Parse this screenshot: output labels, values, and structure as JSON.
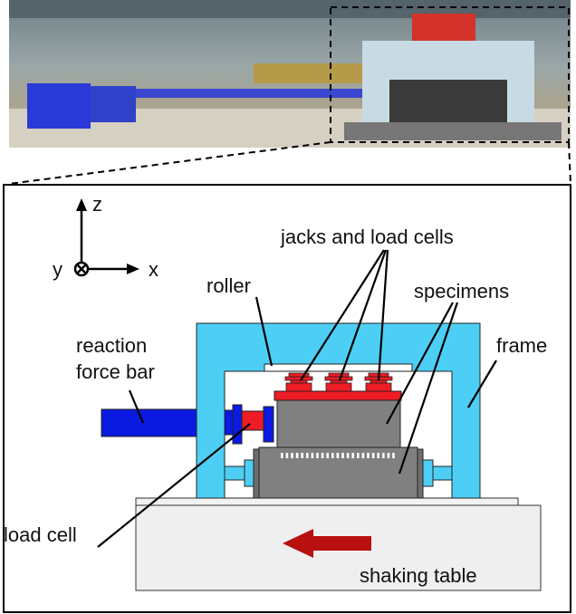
{
  "axes": {
    "z": "z",
    "y": "y",
    "x": "x"
  },
  "labels": {
    "jacks": "jacks and load cells",
    "roller": "roller",
    "specimens": "specimens",
    "reaction_1": "reaction",
    "reaction_2": "force bar",
    "frame": "frame",
    "load_cell": "load cell",
    "shaking_table": "shaking table"
  },
  "colors": {
    "frame": "#4dcff5",
    "bar": "#0a1ae0",
    "red": "#ee1c24",
    "specimen": "#808080",
    "arrow": "#b80f0f"
  }
}
